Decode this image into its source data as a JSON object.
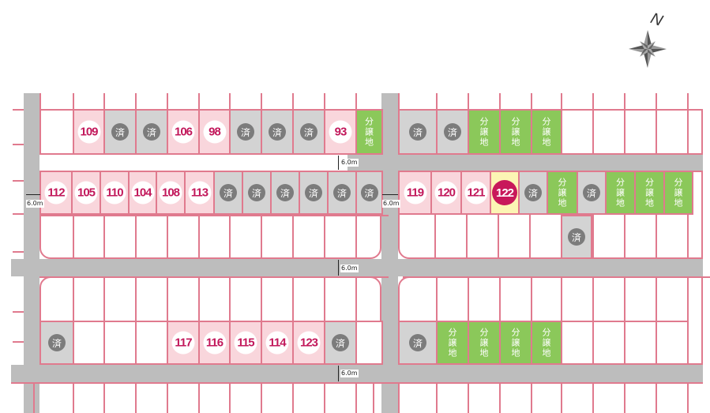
{
  "compass": {
    "label": "N"
  },
  "labels": {
    "sold": "済",
    "for_sale": "分譲地"
  },
  "road_widths": [
    "6.0m",
    "6.0m",
    "6.0m",
    "6.0m",
    "6.0m"
  ],
  "colors": {
    "road": "#bdbdbd",
    "lot_border": "#e07a8e",
    "lot_pink": "#f9d6dc",
    "lot_sold": "#d3d3d3",
    "lot_for_sale": "#8bc85a",
    "lot_highlight": "#fcf5b4",
    "number_text": "#c2185b",
    "highlight_badge": "#c8185a",
    "sold_badge": "#7c7c7c"
  },
  "rows": [
    {
      "name": "block-a-top",
      "lots": [
        {
          "kind": "blank"
        },
        {
          "kind": "num",
          "label": "109"
        },
        {
          "kind": "sold"
        },
        {
          "kind": "sold"
        },
        {
          "kind": "num",
          "label": "106"
        },
        {
          "kind": "num",
          "label": "98"
        },
        {
          "kind": "sold"
        },
        {
          "kind": "sold"
        },
        {
          "kind": "sold"
        },
        {
          "kind": "num",
          "label": "93"
        },
        {
          "kind": "green"
        }
      ]
    },
    {
      "name": "block-b-top",
      "lots": [
        {
          "kind": "sold"
        },
        {
          "kind": "sold"
        },
        {
          "kind": "green"
        },
        {
          "kind": "green"
        },
        {
          "kind": "green"
        },
        {
          "kind": "blank"
        },
        {
          "kind": "blank"
        },
        {
          "kind": "blank"
        },
        {
          "kind": "blank"
        }
      ]
    },
    {
      "name": "block-a-row2",
      "lots": [
        {
          "kind": "num",
          "label": "112"
        },
        {
          "kind": "num",
          "label": "105"
        },
        {
          "kind": "num",
          "label": "110"
        },
        {
          "kind": "num",
          "label": "104"
        },
        {
          "kind": "num",
          "label": "108"
        },
        {
          "kind": "num",
          "label": "113"
        },
        {
          "kind": "sold"
        },
        {
          "kind": "sold"
        },
        {
          "kind": "sold"
        },
        {
          "kind": "sold"
        },
        {
          "kind": "sold"
        },
        {
          "kind": "sold"
        }
      ]
    },
    {
      "name": "block-b-row2",
      "lots": [
        {
          "kind": "num",
          "label": "119"
        },
        {
          "kind": "num",
          "label": "120"
        },
        {
          "kind": "num",
          "label": "121"
        },
        {
          "kind": "num",
          "label": "122",
          "highlight": true
        },
        {
          "kind": "sold"
        },
        {
          "kind": "green"
        },
        {
          "kind": "sold"
        },
        {
          "kind": "green"
        },
        {
          "kind": "green"
        },
        {
          "kind": "green"
        }
      ]
    },
    {
      "name": "block-b-row3",
      "lots": [
        {
          "kind": "blank"
        },
        {
          "kind": "blank"
        },
        {
          "kind": "blank"
        },
        {
          "kind": "blank"
        },
        {
          "kind": "blank"
        },
        {
          "kind": "sold"
        },
        {
          "kind": "blank"
        },
        {
          "kind": "blank"
        },
        {
          "kind": "blank"
        },
        {
          "kind": "blank"
        }
      ]
    },
    {
      "name": "block-a-row5",
      "lots": [
        {
          "kind": "sold"
        },
        {
          "kind": "blank"
        },
        {
          "kind": "blank"
        },
        {
          "kind": "blank"
        },
        {
          "kind": "num",
          "label": "117"
        },
        {
          "kind": "num",
          "label": "116"
        },
        {
          "kind": "num",
          "label": "115"
        },
        {
          "kind": "num",
          "label": "114"
        },
        {
          "kind": "num",
          "label": "123"
        },
        {
          "kind": "sold"
        },
        {
          "kind": "blank"
        }
      ]
    },
    {
      "name": "block-b-row5",
      "lots": [
        {
          "kind": "sold"
        },
        {
          "kind": "green"
        },
        {
          "kind": "green"
        },
        {
          "kind": "green"
        },
        {
          "kind": "green"
        },
        {
          "kind": "blank"
        },
        {
          "kind": "blank"
        },
        {
          "kind": "blank"
        },
        {
          "kind": "blank"
        }
      ]
    }
  ]
}
